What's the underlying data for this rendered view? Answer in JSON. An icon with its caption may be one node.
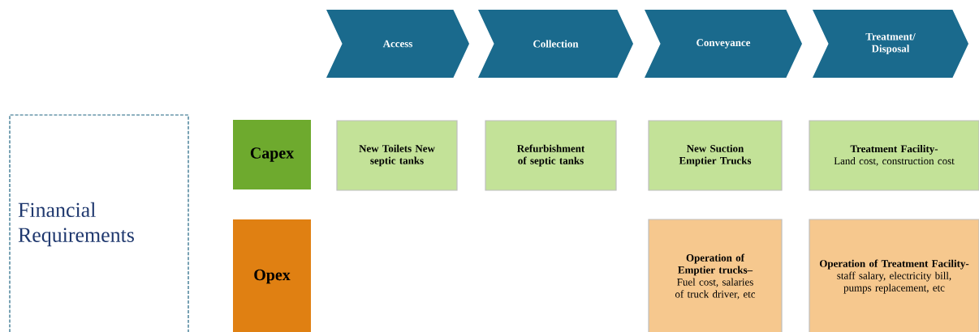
{
  "diagram": {
    "nodes": [
      {
        "text": [
          "Access"
        ]
      },
      {
        "text": [
          "Collection"
        ]
      },
      {
        "text": [
          "Conveyance"
        ]
      },
      {
        "text": [
          "Treatment/ Disposal"
        ]
      },
      {
        "text": [
          "Financial Requirements"
        ]
      },
      {
        "text": [
          "Capex"
        ]
      },
      {
        "text": [
          "Opex"
        ]
      },
      {
        "text": [
          "New Toilets New septic tanks"
        ]
      },
      {
        "text": [
          "Refurbishment of septic tanks"
        ]
      },
      {
        "text": [
          "New Suction Emptier Trucks"
        ]
      },
      {
        "text": [
          "Treatment Facility-",
          "Land cost, construction cost"
        ]
      },
      {
        "text": [
          "Operation of Emptier trucks–",
          "Fuel cost, salaries of truck driver, etc"
        ]
      },
      {
        "text": [
          "Operation of Treatment Facility-",
          "staff salary, electricity bill, pumps replacement, etc"
        ]
      }
    ]
  }
}
